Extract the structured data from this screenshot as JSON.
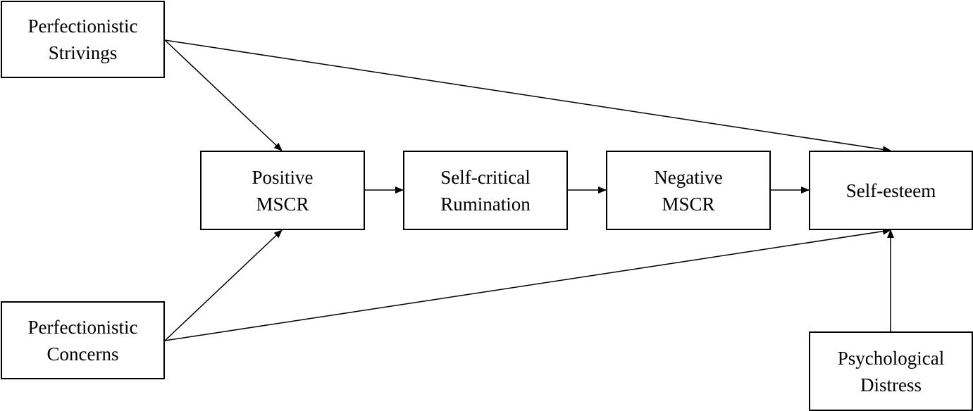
{
  "nodes": {
    "perfectionistic_strivings": {
      "lines": [
        "Perfectionistic",
        "Strivings"
      ]
    },
    "perfectionistic_concerns": {
      "lines": [
        "Perfectionistic",
        "Concerns"
      ]
    },
    "positive_mscr": {
      "lines": [
        "Positive",
        "MSCR"
      ]
    },
    "self_critical_rumination": {
      "lines": [
        "Self-critical",
        "Rumination"
      ]
    },
    "negative_mscr": {
      "lines": [
        "Negative",
        "MSCR"
      ]
    },
    "self_esteem": {
      "lines": [
        "Self-esteem"
      ]
    },
    "psychological_distress": {
      "lines": [
        "Psychological",
        "Distress"
      ]
    }
  },
  "edges": [
    {
      "from": "perfectionistic_strivings",
      "to": "positive_mscr"
    },
    {
      "from": "perfectionistic_strivings",
      "to": "self_esteem"
    },
    {
      "from": "perfectionistic_concerns",
      "to": "positive_mscr"
    },
    {
      "from": "perfectionistic_concerns",
      "to": "self_esteem"
    },
    {
      "from": "positive_mscr",
      "to": "self_critical_rumination"
    },
    {
      "from": "self_critical_rumination",
      "to": "negative_mscr"
    },
    {
      "from": "negative_mscr",
      "to": "self_esteem"
    },
    {
      "from": "psychological_distress",
      "to": "self_esteem"
    }
  ],
  "colors": {
    "stroke": "#000000",
    "background": "#ffffff",
    "text": "#000000"
  }
}
